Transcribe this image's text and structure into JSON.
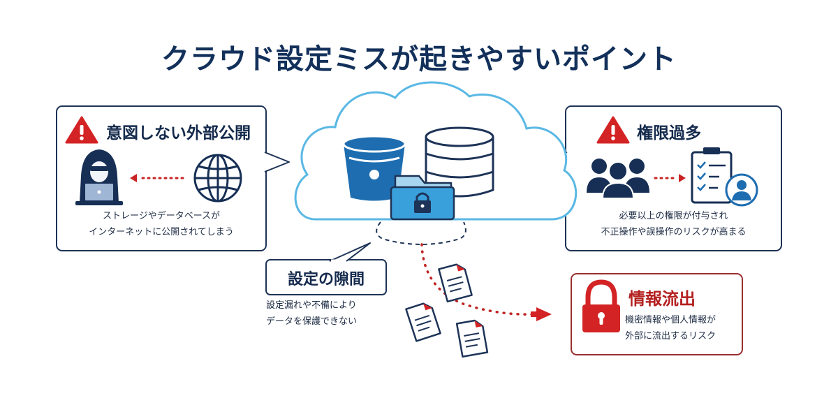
{
  "title": "クラウド設定ミスが起きやすいポイント",
  "colors": {
    "navy": "#142a4c",
    "cloud_outline": "#5ab8e4",
    "accent_blue": "#1e6db0",
    "warning_red": "#d32324",
    "leak_border": "#9a2f2f"
  },
  "panels": {
    "exposure": {
      "heading": "意図しない外部公開",
      "icons": [
        "warning-icon",
        "hacker-icon",
        "globe-icon"
      ],
      "desc_line1": "ストレージやデータベースが",
      "desc_line2": "インターネットに公開されてしまう"
    },
    "privilege": {
      "heading": "権限過多",
      "icons": [
        "warning-icon",
        "user-group-icon",
        "checklist-icon"
      ],
      "desc_line1": "必要以上の権限が付与され",
      "desc_line2": "不正操作や誤操作のリスクが高まる"
    },
    "gap": {
      "heading": "設定の隙間",
      "desc_line1": "設定漏れや不備により",
      "desc_line2": "データを保護できない"
    },
    "leak": {
      "heading": "情報流出",
      "icons": [
        "padlock-icon"
      ],
      "desc_line1": "機密情報や個人情報が",
      "desc_line2": "外部に流出するリスク"
    }
  },
  "cloud": {
    "icons": [
      "storage-bucket-icon",
      "database-icon",
      "locked-folder-icon"
    ]
  }
}
